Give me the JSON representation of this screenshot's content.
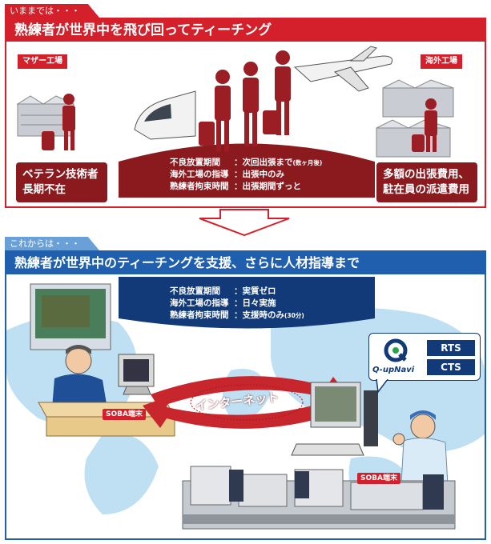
{
  "top": {
    "tab": "いままでは・・・",
    "banner": "熟練者が世界中を飛び回ってティーチング",
    "mother_factory": "マザー工場",
    "overseas_factory": "海外工場",
    "left_box": [
      "ベテラン技術者",
      "長期不在"
    ],
    "right_box": [
      "多額の出張費用、",
      "駐在員の派遣費用"
    ],
    "info": [
      {
        "key": "不良放置期間",
        "sep": "：",
        "value": "次回出張まで",
        "note": "(数ヶ月後)"
      },
      {
        "key": "海外工場の指導",
        "sep": "：",
        "value": "出張中のみ",
        "note": ""
      },
      {
        "key": "熟練者拘束時間",
        "sep": "：",
        "value": "出張期間ずっと",
        "note": ""
      }
    ]
  },
  "bottom": {
    "tab": "これからは・・・",
    "banner": "熟練者が世界中のティーチングを支援、さらに人材指導まで",
    "info": [
      {
        "key": "不良放置期間",
        "sep": "：",
        "value": "実質ゼロ",
        "note": ""
      },
      {
        "key": "海外工場の指導",
        "sep": "：",
        "value": "日々実施",
        "note": ""
      },
      {
        "key": "熟練者拘束時間",
        "sep": "：",
        "value": "支援時のみ",
        "note": "(30分)"
      }
    ],
    "internet_label": "インターネット",
    "soba_left": "SOBA端末",
    "soba_right": "SOBA端末",
    "logo_text": "Q-upNavi",
    "rts": "RTS",
    "cts": "CTS"
  },
  "colors": {
    "red": "#d4202a",
    "dark_red": "#8b1a1f",
    "blue": "#1f5fae",
    "navy": "#123a78",
    "light_blue": "#bfe0f3"
  }
}
